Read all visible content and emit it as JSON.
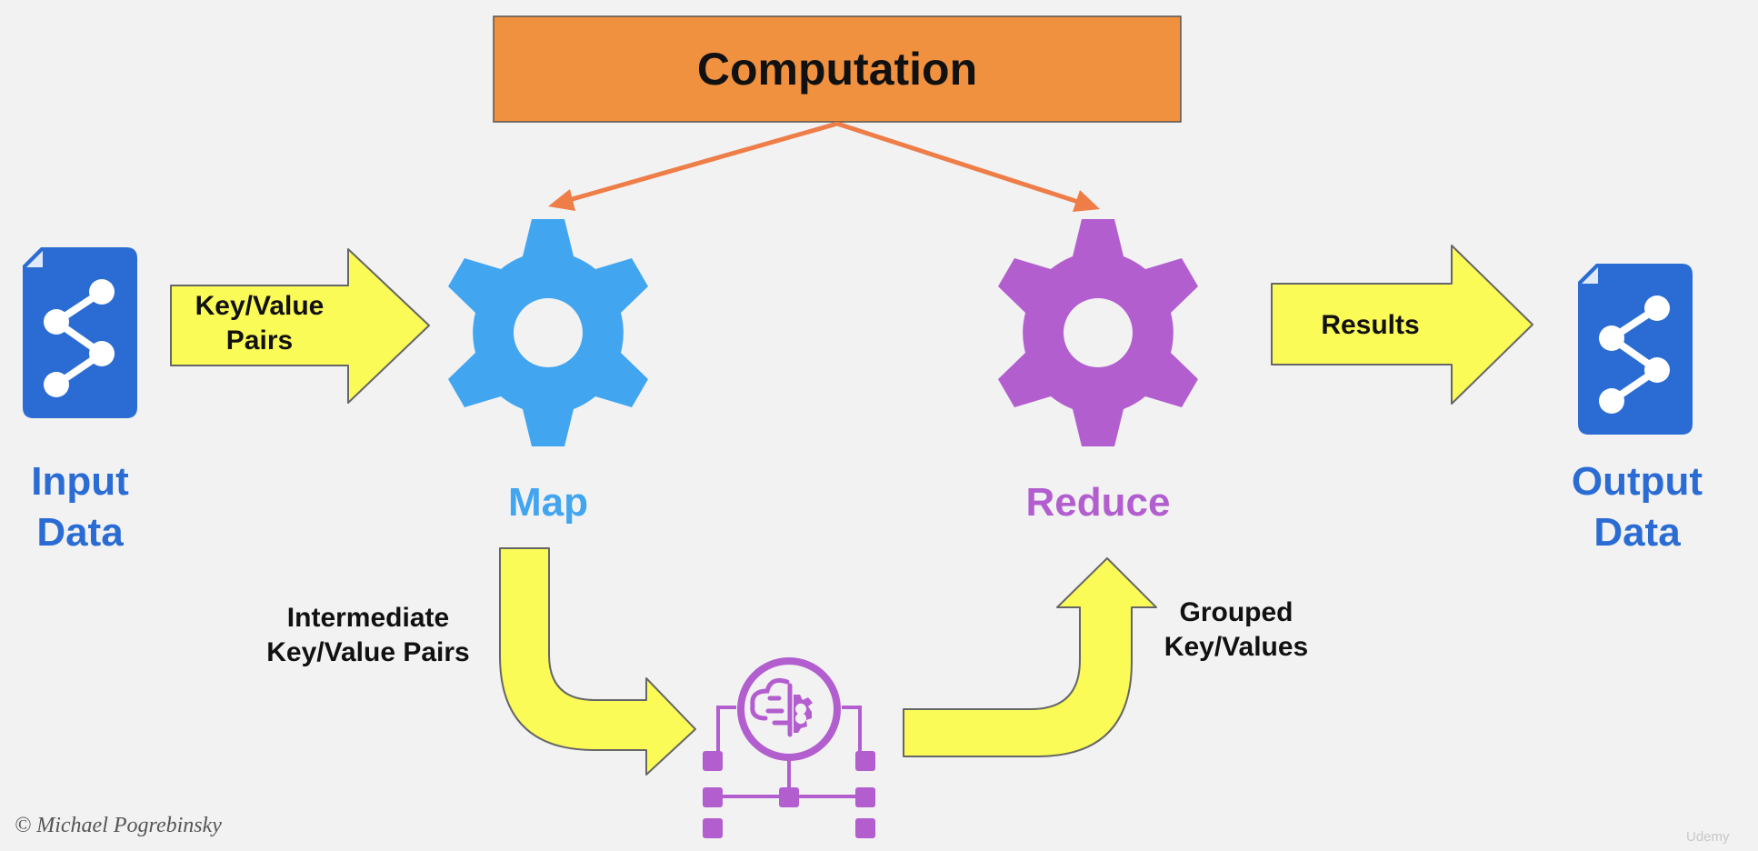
{
  "computation": {
    "label": "Computation",
    "fill": "#f0913f",
    "arrow_color": "#ee7d48"
  },
  "input": {
    "line1": "Input",
    "line2": "Data",
    "color": "#2b6cd4",
    "icon": "share-document-icon"
  },
  "output": {
    "line1": "Output",
    "line2": "Data",
    "color": "#2b6cd4",
    "icon": "share-document-icon"
  },
  "map": {
    "label": "Map",
    "color": "#42a5f0",
    "icon": "gear-icon"
  },
  "reduce": {
    "label": "Reduce",
    "color": "#b25ecf",
    "icon": "gear-icon"
  },
  "shuffle": {
    "color": "#b25ecf",
    "icon": "brain-gear-circuit-icon"
  },
  "arrows": {
    "color": "#fbfb58",
    "key_value": {
      "line1": "Key/Value",
      "line2": "Pairs"
    },
    "results": {
      "label": "Results"
    },
    "intermediate": {
      "line1": "Intermediate",
      "line2": "Key/Value Pairs"
    },
    "grouped": {
      "line1": "Grouped",
      "line2": "Key/Values"
    }
  },
  "footer": {
    "copyright": "© Michael Pogrebinsky",
    "watermark": "Udemy"
  }
}
